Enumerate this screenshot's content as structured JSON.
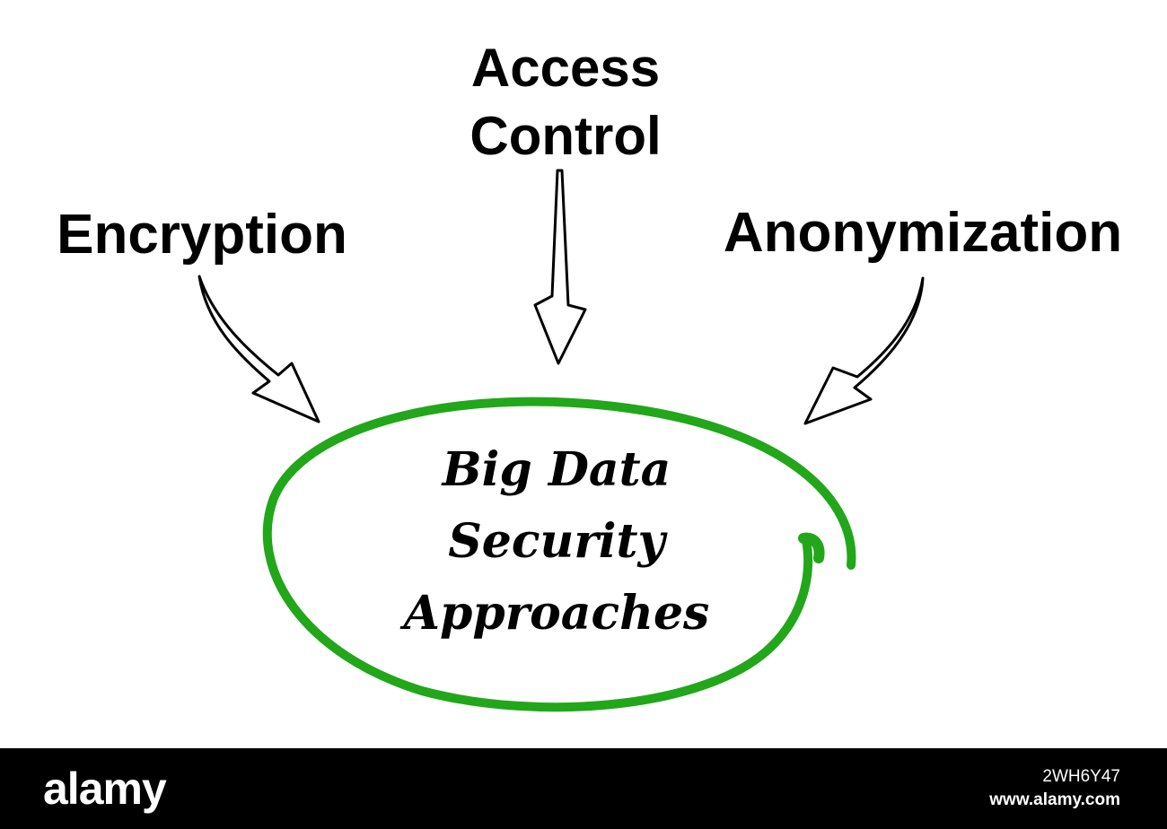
{
  "diagram": {
    "center": {
      "lines": [
        "Big Data",
        "Security",
        "Approaches"
      ]
    },
    "nodes": {
      "access_control": [
        "Access",
        "Control"
      ],
      "encryption": "Encryption",
      "anonymization": "Anonymization"
    },
    "colors": {
      "ellipse": "#22a61a",
      "arrow_stroke": "#000000",
      "text": "#000000"
    }
  },
  "watermark": {
    "logo": "alamy",
    "image_id": "2WH6Y47",
    "url": "www.alamy.com"
  }
}
